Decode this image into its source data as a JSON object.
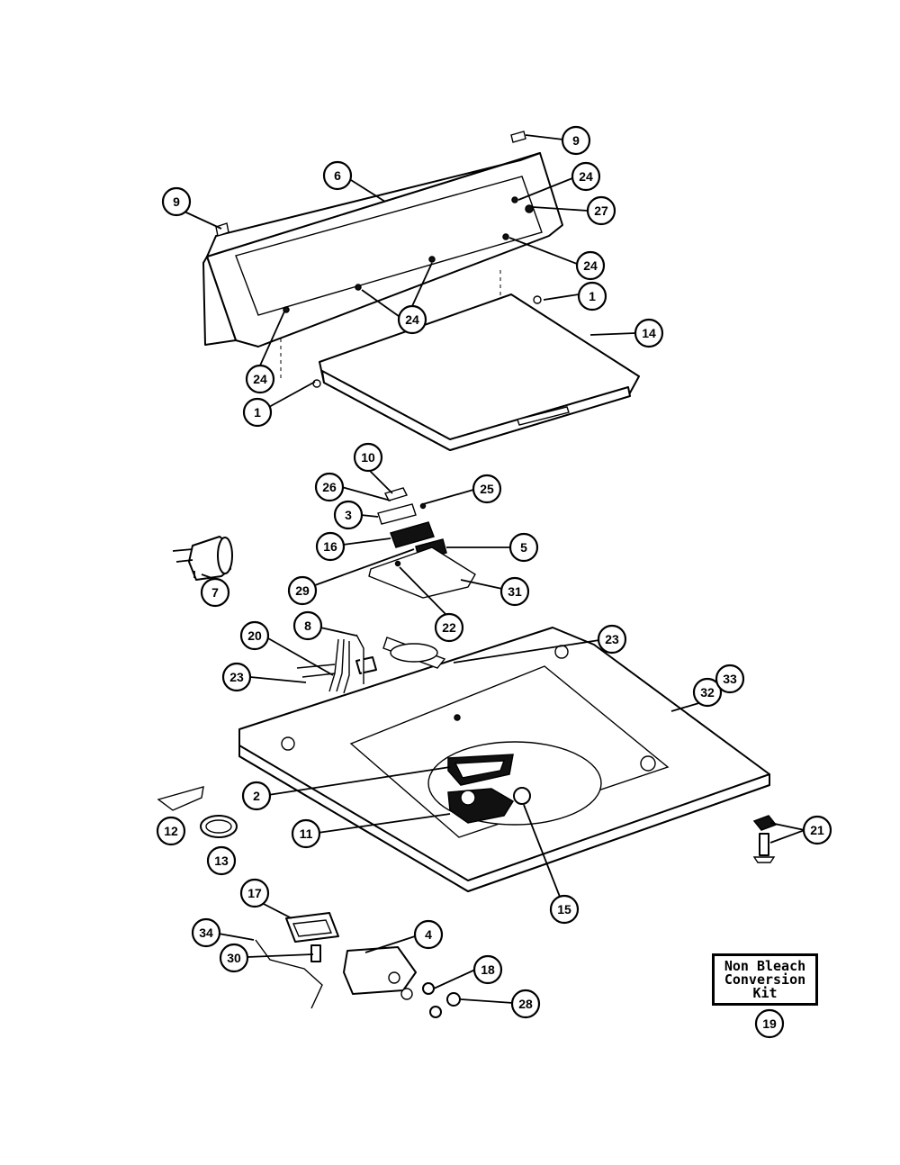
{
  "callouts": [
    {
      "id": "c9a",
      "label": "9"
    },
    {
      "id": "c9b",
      "label": "9"
    },
    {
      "id": "c6",
      "label": "6"
    },
    {
      "id": "c24a",
      "label": "24"
    },
    {
      "id": "c27",
      "label": "27"
    },
    {
      "id": "c24b",
      "label": "24"
    },
    {
      "id": "c1a",
      "label": "1"
    },
    {
      "id": "c14",
      "label": "14"
    },
    {
      "id": "c24c",
      "label": "24"
    },
    {
      "id": "c24d",
      "label": "24"
    },
    {
      "id": "c1b",
      "label": "1"
    },
    {
      "id": "c10",
      "label": "10"
    },
    {
      "id": "c26",
      "label": "26"
    },
    {
      "id": "c25",
      "label": "25"
    },
    {
      "id": "c3",
      "label": "3"
    },
    {
      "id": "c16",
      "label": "16"
    },
    {
      "id": "c5",
      "label": "5"
    },
    {
      "id": "c29",
      "label": "29"
    },
    {
      "id": "c31",
      "label": "31"
    },
    {
      "id": "c22",
      "label": "22"
    },
    {
      "id": "c7",
      "label": "7"
    },
    {
      "id": "c8",
      "label": "8"
    },
    {
      "id": "c20",
      "label": "20"
    },
    {
      "id": "c23a",
      "label": "23"
    },
    {
      "id": "c23b",
      "label": "23"
    },
    {
      "id": "c32",
      "label": "32"
    },
    {
      "id": "c33",
      "label": "33"
    },
    {
      "id": "c2",
      "label": "2"
    },
    {
      "id": "c11",
      "label": "11"
    },
    {
      "id": "c15",
      "label": "15"
    },
    {
      "id": "c12",
      "label": "12"
    },
    {
      "id": "c13",
      "label": "13"
    },
    {
      "id": "c21",
      "label": "21"
    },
    {
      "id": "c17",
      "label": "17"
    },
    {
      "id": "c34",
      "label": "34"
    },
    {
      "id": "c4",
      "label": "4"
    },
    {
      "id": "c30",
      "label": "30"
    },
    {
      "id": "c18",
      "label": "18"
    },
    {
      "id": "c28",
      "label": "28"
    },
    {
      "id": "c19",
      "label": "19"
    }
  ],
  "kit": {
    "line1": "Non Bleach",
    "line2": "Conversion",
    "line3": "Kit"
  }
}
